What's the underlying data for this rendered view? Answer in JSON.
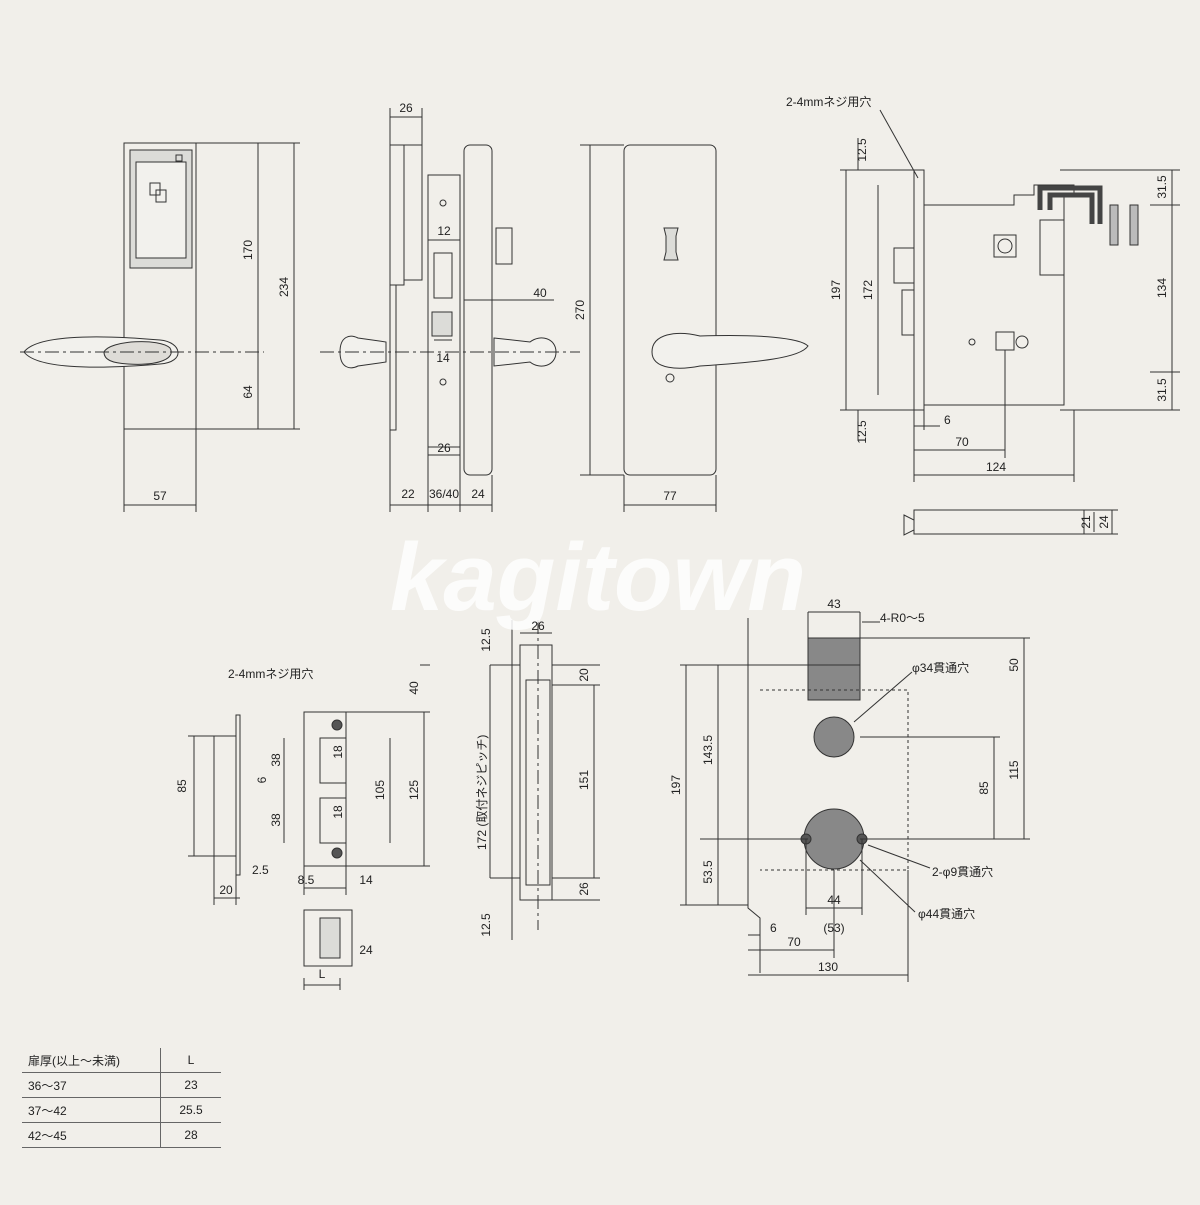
{
  "watermark": "kagitown",
  "notes": {
    "screw_hole": "2-4mmネジ用穴",
    "radius": "4-R0～5",
    "hole34": "φ34貫通穴",
    "hole9": "2-φ9貫通穴",
    "hole44": "φ44貫通穴",
    "pitch": "172 (取付ネジピッチ)"
  },
  "dims": {
    "front": {
      "w": "57",
      "h170": "170",
      "h234": "234",
      "h64": "64"
    },
    "side": {
      "top": "26",
      "d12": "12",
      "d14": "14",
      "d26": "26",
      "d40": "40",
      "b22": "22",
      "b3640": "36/40",
      "b24": "24"
    },
    "back": {
      "h": "270",
      "w": "77"
    },
    "lockcase": {
      "a12_5": "12.5",
      "h197": "197",
      "h172": "172",
      "b12_5": "12.5",
      "r31_5a": "31.5",
      "r134": "134",
      "r31_5b": "31.5",
      "d6": "6",
      "d70": "70",
      "d124": "124",
      "t21": "21",
      "t24": "24"
    },
    "strike": {
      "h85": "85",
      "d2_5": "2.5",
      "d20": "20",
      "d40": "40",
      "d38a": "38",
      "d38b": "38",
      "d6": "6",
      "d18a": "18",
      "d18b": "18",
      "d105": "105",
      "d125": "125",
      "d8_5": "8.5",
      "d14": "14",
      "d24": "24",
      "dL": "L"
    },
    "front_plate": {
      "a12_5": "12.5",
      "w26": "26",
      "d20": "20",
      "d151": "151",
      "d26": "26",
      "b12_5": "12.5"
    },
    "cutout": {
      "w43": "43",
      "h50": "50",
      "h115": "115",
      "h85": "85",
      "h197": "197",
      "h143_5": "143.5",
      "h53_5": "53.5",
      "d6": "6",
      "d70": "70",
      "d44": "44",
      "d53": "(53)",
      "d130": "130"
    }
  },
  "table": {
    "headers": [
      "扉厚(以上～未満)",
      "L"
    ],
    "rows": [
      [
        "36～37",
        "23"
      ],
      [
        "37～42",
        "25.5"
      ],
      [
        "42～45",
        "28"
      ]
    ]
  }
}
